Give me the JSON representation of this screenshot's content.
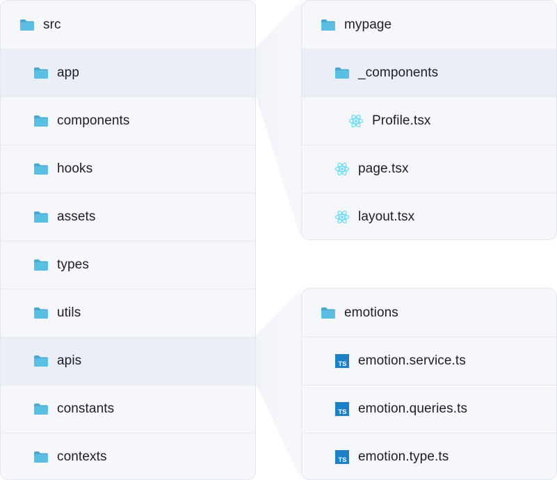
{
  "colors": {
    "folder": "#5bbee3",
    "folder_tab": "#4aa9d0",
    "react": "#61dafb",
    "ts_badge": "#1d7fc4",
    "row_highlight": "#eaeef6",
    "panel_bg": "#f5f7fb"
  },
  "src_panel": {
    "rows": [
      {
        "label": "src",
        "icon": "folder-icon"
      },
      {
        "label": "app",
        "icon": "folder-icon",
        "highlighted": true
      },
      {
        "label": "components",
        "icon": "folder-icon"
      },
      {
        "label": "hooks",
        "icon": "folder-icon"
      },
      {
        "label": "assets",
        "icon": "folder-icon"
      },
      {
        "label": "types",
        "icon": "folder-icon"
      },
      {
        "label": "utils",
        "icon": "folder-icon"
      },
      {
        "label": "apis",
        "icon": "folder-icon",
        "highlighted": true
      },
      {
        "label": "constants",
        "icon": "folder-icon"
      },
      {
        "label": "contexts",
        "icon": "folder-icon"
      }
    ]
  },
  "mypage_panel": {
    "rows": [
      {
        "label": "mypage",
        "icon": "folder-icon"
      },
      {
        "label": "_components",
        "icon": "folder-icon",
        "highlighted": true
      },
      {
        "label": "Profile.tsx",
        "icon": "react-icon"
      },
      {
        "label": "page.tsx",
        "icon": "react-icon"
      },
      {
        "label": "layout.tsx",
        "icon": "react-icon"
      }
    ]
  },
  "emotions_panel": {
    "rows": [
      {
        "label": "emotions",
        "icon": "folder-icon"
      },
      {
        "label": "emotion.service.ts",
        "icon": "typescript-icon"
      },
      {
        "label": "emotion.queries.ts",
        "icon": "typescript-icon"
      },
      {
        "label": "emotion.type.ts",
        "icon": "typescript-icon"
      }
    ],
    "ts_badge_text": "TS"
  }
}
